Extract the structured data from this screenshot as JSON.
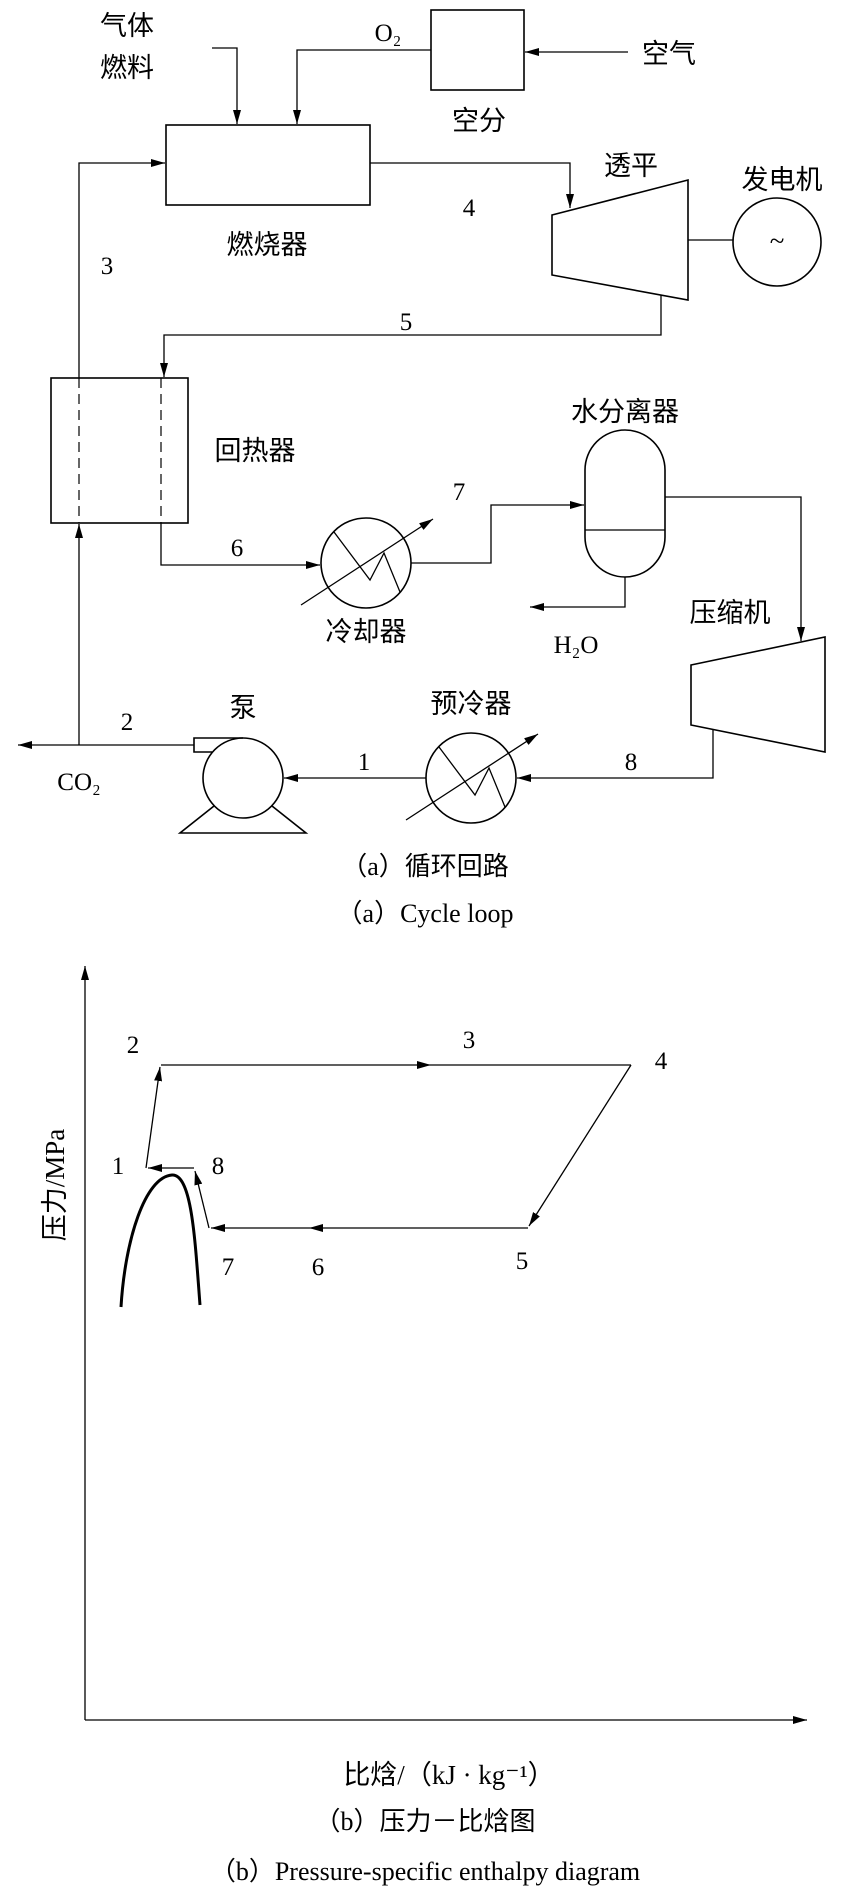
{
  "colors": {
    "ink": "#000000",
    "background": "#ffffff"
  },
  "figure_a": {
    "components": {
      "fuel_line1": "气体",
      "fuel_line2": "燃料",
      "air_separation": "空分",
      "air": "空气",
      "burner": "燃烧器",
      "turbine": "透平",
      "generator": "发电机",
      "generator_symbol": "~",
      "recuperator": "回热器",
      "cooler": "冷却器",
      "water_separator": "水分离器",
      "compressor": "压缩机",
      "precooler": "预冷器",
      "pump": "泵"
    },
    "streams": {
      "oxygen": "O₂",
      "water": "H₂O",
      "co2_out": "CO₂",
      "s1": "1",
      "s2": "2",
      "s3": "3",
      "s4": "4",
      "s5": "5",
      "s6": "6",
      "s7": "7",
      "s8": "8"
    },
    "caption_zh": "（a）循环回路",
    "caption_en": "（a）Cycle loop"
  },
  "figure_b": {
    "y_axis_label": "压力/MPa",
    "x_axis_label": "比焓/（kJ · kg⁻¹）",
    "state_points": {
      "p1": "1",
      "p2": "2",
      "p3": "3",
      "p4": "4",
      "p5": "5",
      "p6": "6",
      "p7": "7",
      "p8": "8"
    },
    "caption_zh": "（b）压力－比焓图",
    "caption_en": "（b）Pressure-specific enthalpy diagram"
  }
}
